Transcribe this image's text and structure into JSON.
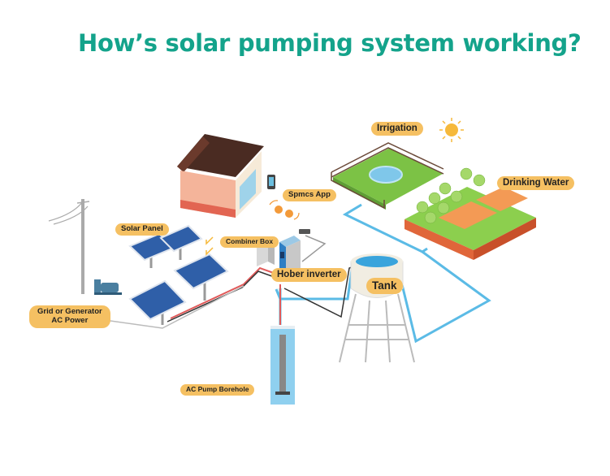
{
  "title": "How’s solar pumping system working?",
  "colors": {
    "title": "#14a38b",
    "label_fill": "#f5c062",
    "water_pipe": "#5bbbe6",
    "dc_cable_red": "#e05a5a",
    "cable_dark": "#333333",
    "grass": "#8ccf4e",
    "soil": "#e0663a",
    "roof": "#4a2b22",
    "sun": "#f6b93b"
  },
  "labels": {
    "irrigation": "Irrigation",
    "drinking_water": "Drinking Water",
    "spmcs_app": "Spmcs App",
    "solar_panel": "Solar Panel",
    "combiner_box": "Combiner Box",
    "hober_inverter": "Hober inverter",
    "tank": "Tank",
    "grid_line1": "Grid or Generator",
    "grid_line2": "AC Power",
    "ac_pump": "AC Pump Borehole"
  }
}
